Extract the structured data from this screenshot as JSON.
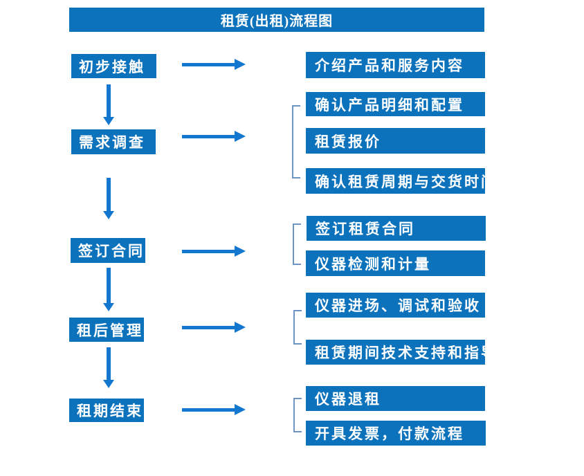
{
  "title": "租赁(出租)流程图",
  "colors": {
    "box_blue": "#0d72bc",
    "arrow_blue": "#1377d0",
    "bracket_blue": "#6d93c4",
    "text_white": "#ffffff"
  },
  "flow": {
    "direction": "top-to-bottom, each stage branches right to detail steps",
    "stages": [
      {
        "label": "初步接触",
        "items": [
          "介绍产品和服务内容"
        ]
      },
      {
        "label": "需求调查",
        "items": [
          "确认产品明细和配置",
          "租赁报价",
          "确认租赁周期与交货时间"
        ]
      },
      {
        "label": "签订合同",
        "items": [
          "签订租赁合同",
          "仪器检测和计量"
        ]
      },
      {
        "label": "租后管理",
        "items": [
          "仪器进场、调试和验收",
          "租赁期间技术支持和指导"
        ]
      },
      {
        "label": "租期结束",
        "items": [
          "仪器退租",
          "开具发票，付款流程"
        ]
      }
    ]
  }
}
